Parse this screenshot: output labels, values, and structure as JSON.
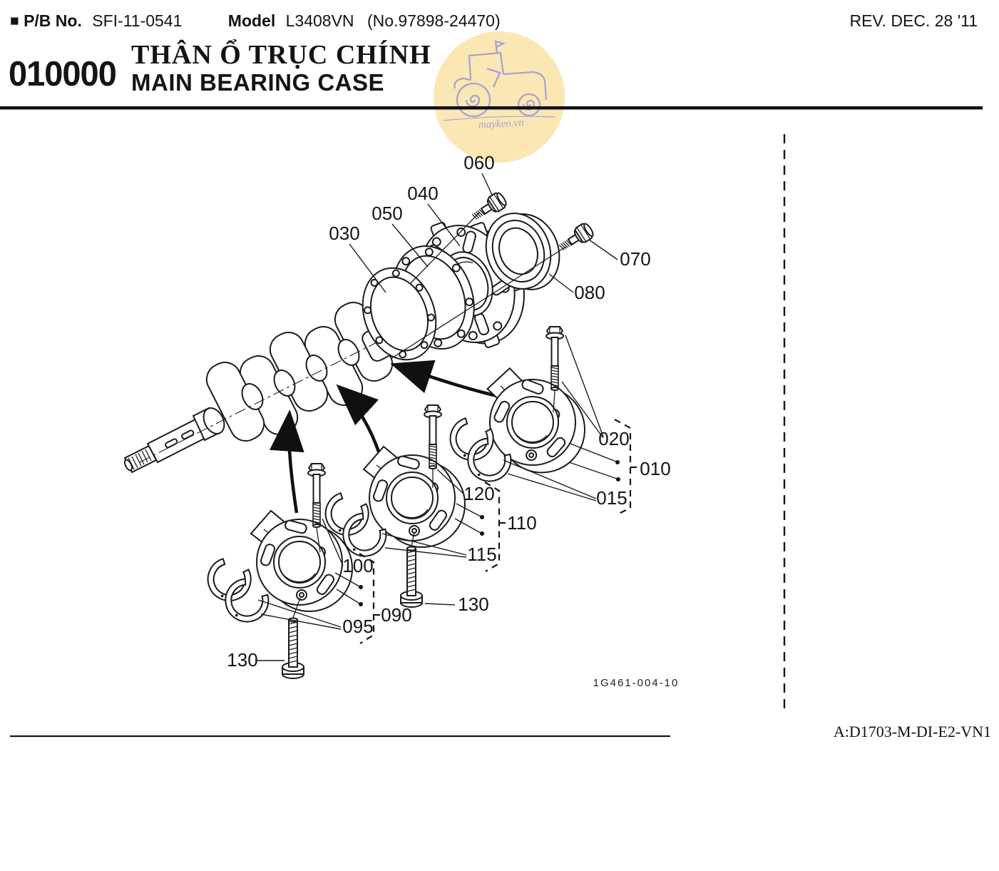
{
  "header": {
    "marker": "■",
    "pb_label": "P/B No.",
    "pb_value": "SFI-11-0541",
    "model_label": "Model",
    "model_value": "L3408VN",
    "serial": "(No.97898-24470)",
    "revision": "REV. DEC. 28 '11",
    "section_code": "010000",
    "title_vi": "THÂN Ổ TRỤC CHÍNH",
    "title_en": "MAIN BEARING CASE"
  },
  "watermark": {
    "site": "maykeo.vn",
    "circle_color": "#fbe7b3",
    "line_color": "#a8a3d2"
  },
  "figure": {
    "drawing_number": "1G461-004-10",
    "variant_code": "A:D1703-M-DI-E2-VN1",
    "callouts": {
      "c010": "010",
      "c015": "015",
      "c020": "020",
      "c030": "030",
      "c040": "040",
      "c050": "050",
      "c060": "060",
      "c070": "070",
      "c080": "080",
      "c090": "090",
      "c095": "095",
      "c100": "100",
      "c110": "110",
      "c115": "115",
      "c120": "120",
      "c130_left": "130",
      "c130_right": "130"
    }
  }
}
